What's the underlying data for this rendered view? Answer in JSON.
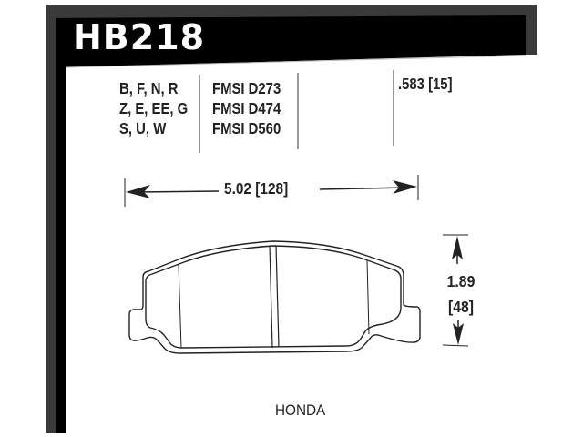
{
  "part": {
    "number": "HB218",
    "make": "HONDA"
  },
  "compounds": {
    "rows": [
      "B, F, N, R",
      "Z, E, EE, G",
      "S, U, W"
    ]
  },
  "fmsi": {
    "rows": [
      "FMSI D273",
      "FMSI D474",
      "FMSI D560"
    ]
  },
  "dimensions": {
    "thickness": ".583 [15]",
    "width": "5.02 [128]",
    "height_in": "1.89",
    "height_mm": "[48]"
  },
  "colors": {
    "header": "#000000",
    "frame_gray": "#3a3a3a",
    "ink": "#222222"
  }
}
